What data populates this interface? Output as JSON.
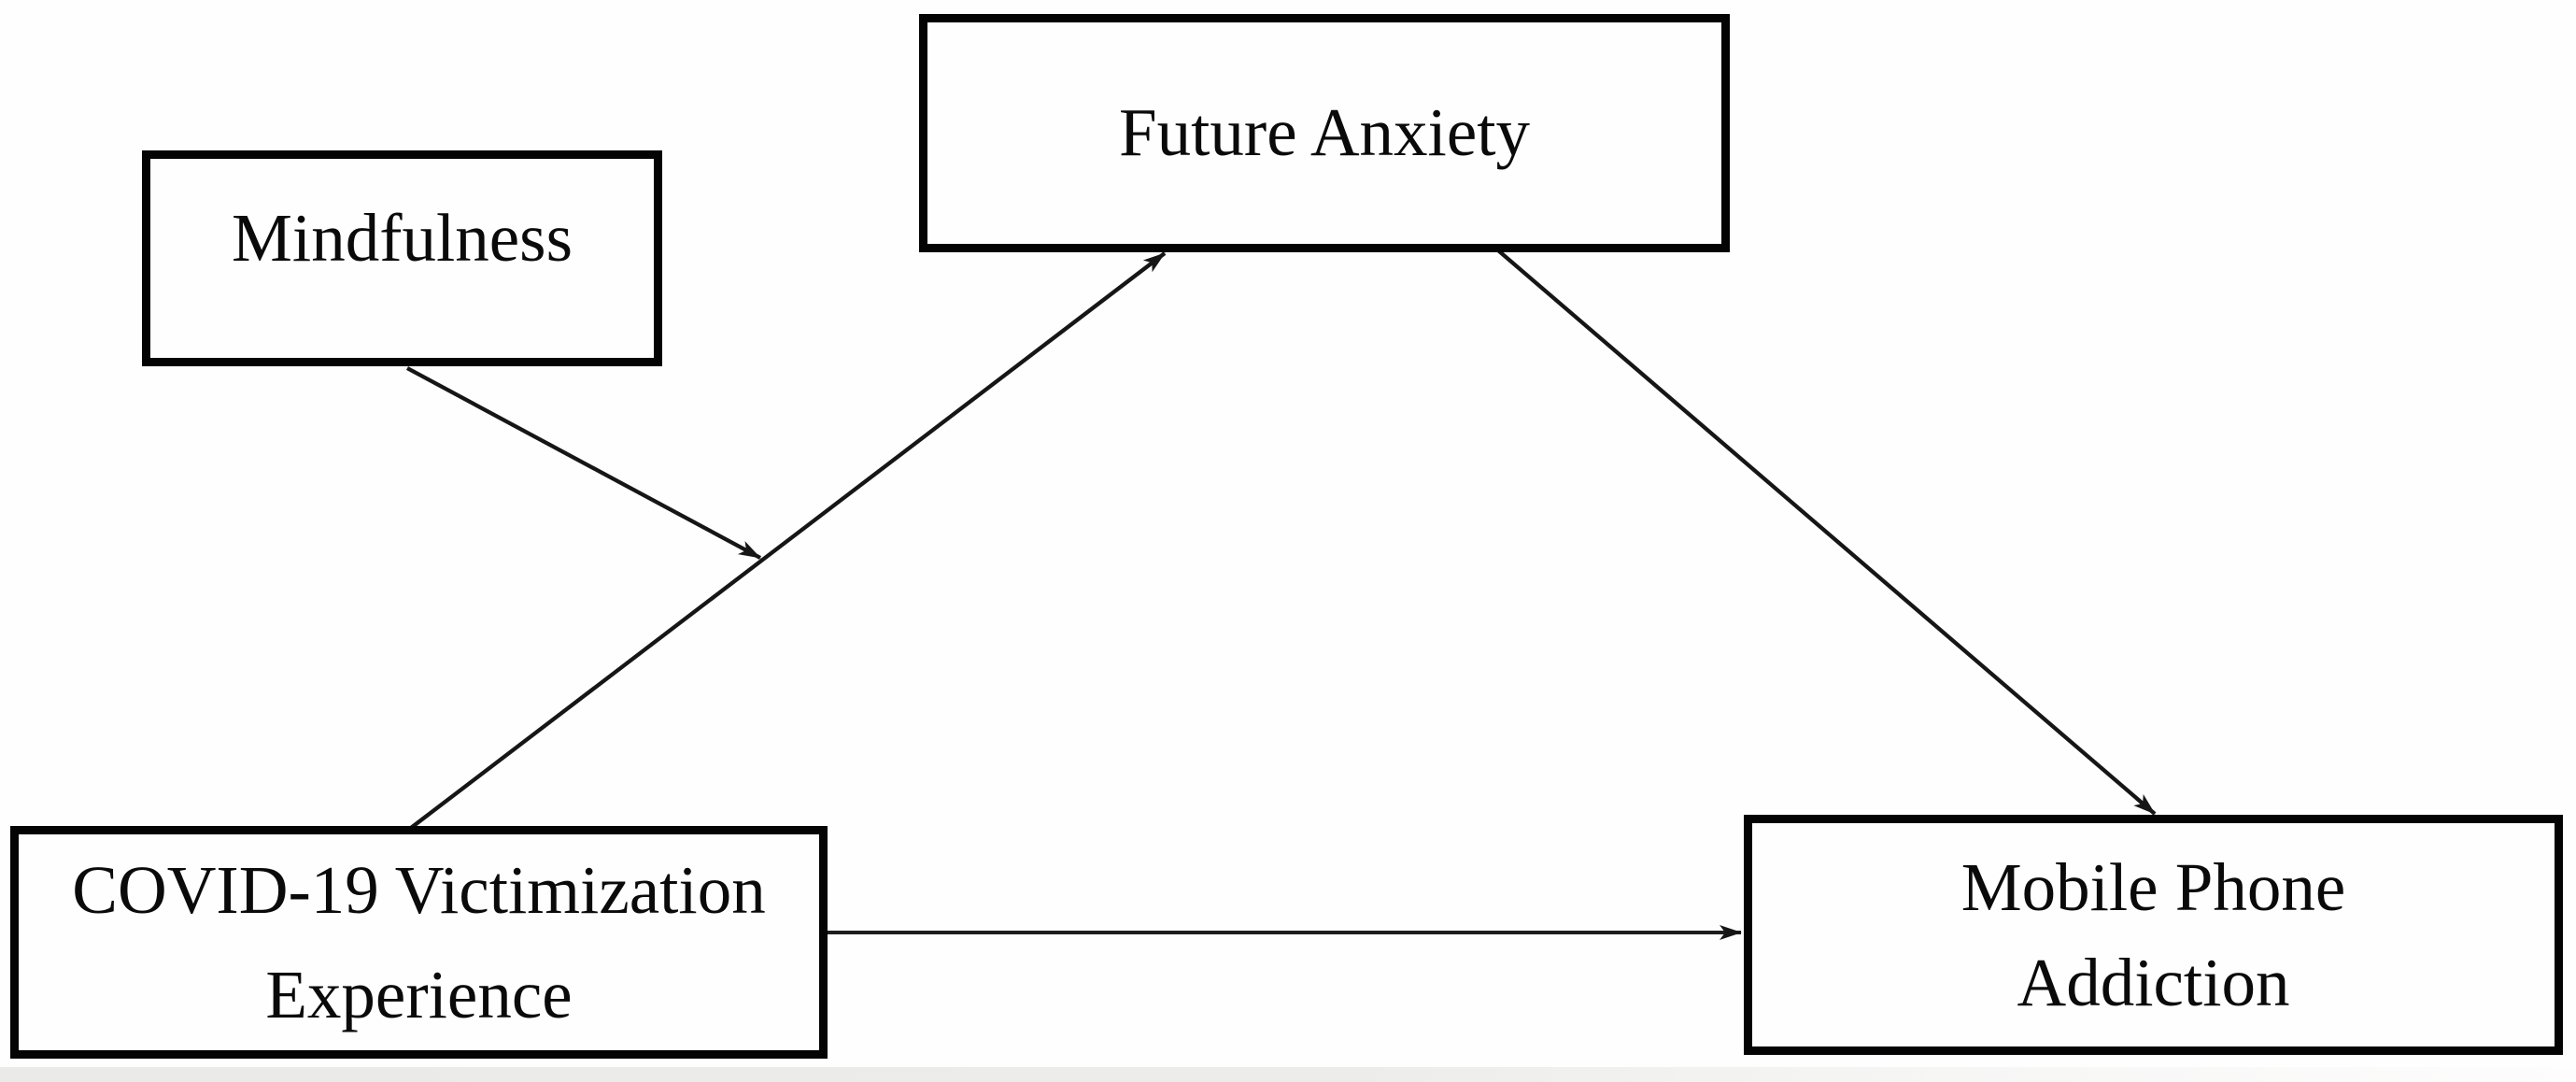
{
  "figure": {
    "description": "Moderated mediation model diagram",
    "nodes": {
      "mindfulness": {
        "line1": "Mindfulness"
      },
      "future_anxiety": {
        "line1": "Future Anxiety"
      },
      "covid": {
        "line1": "COVID-19 Victimization",
        "line2": "Experience"
      },
      "mobile": {
        "line1": "Mobile Phone",
        "line2": "Addiction"
      }
    },
    "edges": [
      {
        "from": "COVID-19 Victimization Experience",
        "to": "Future Anxiety",
        "style": "straight arrow"
      },
      {
        "from": "Mindfulness",
        "to": "path COVID-19 Victimization Experience to Future Anxiety",
        "style": "moderation arrow pointing at path"
      },
      {
        "from": "Future Anxiety",
        "to": "Mobile Phone Addiction",
        "style": "straight arrow"
      },
      {
        "from": "COVID-19 Victimization Experience",
        "to": "Mobile Phone Addiction",
        "style": "horizontal straight arrow"
      }
    ],
    "colors": {
      "background": "#fefefe",
      "box_border": "#040404",
      "line": "#161616",
      "text": "#0a0a0a"
    }
  }
}
